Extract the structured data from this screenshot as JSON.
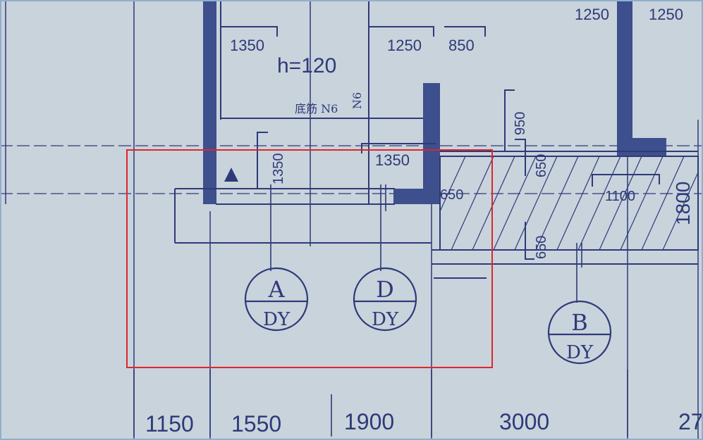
{
  "drawing": {
    "slab_thickness": "h=120",
    "floor_note": "底筋 N6",
    "floor_note_vertical": "N6",
    "colors": {
      "paper": "#c9d3dc",
      "ink": "#2e3a78",
      "wall_fill": "#3d4f8c",
      "highlight": "#e0262b"
    },
    "dimensions_top": [
      "1350",
      "1250",
      "850",
      "1250",
      "1250"
    ],
    "dimensions_mid": [
      "1350",
      "1350",
      "650",
      "950",
      "650",
      "1100",
      "1800",
      "650"
    ],
    "dimensions_bottom": [
      "1150",
      "1550",
      "1900",
      "3000",
      "27"
    ],
    "detail_markers": [
      {
        "top": "A",
        "bottom": "DY"
      },
      {
        "top": "D",
        "bottom": "DY"
      },
      {
        "top": "B",
        "bottom": "DY"
      }
    ]
  }
}
